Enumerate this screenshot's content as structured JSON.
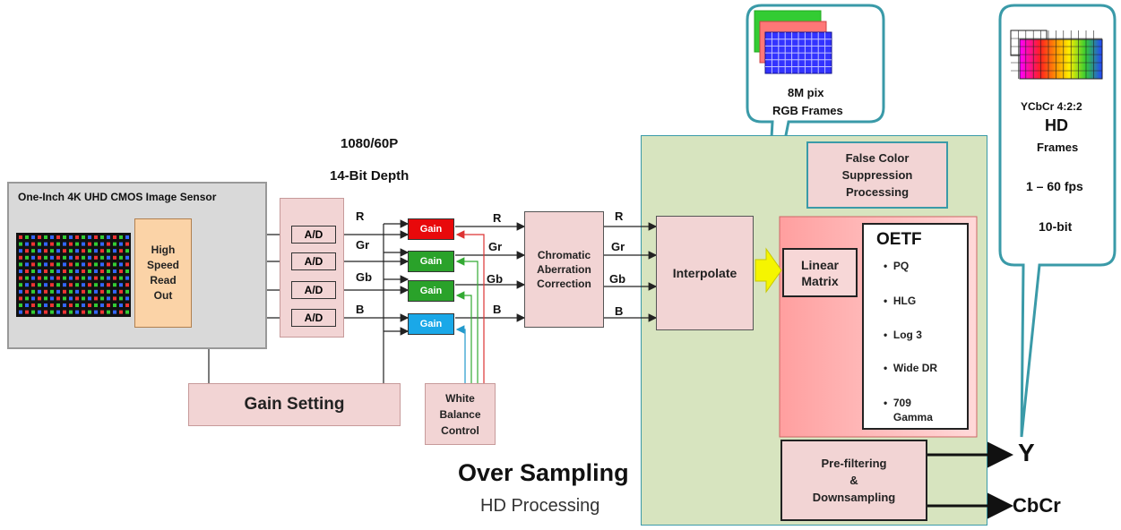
{
  "sensor": {
    "title": "One-Inch 4K UHD  CMOS Image Sensor",
    "readout": [
      "High",
      "Speed",
      "Read",
      "Out"
    ]
  },
  "format": {
    "line1": "1080/60P",
    "line2": "14-Bit Depth"
  },
  "adc_label": "A/D",
  "channels": [
    "R",
    "Gr",
    "Gb",
    "B"
  ],
  "gain_label": "Gain",
  "gain_colors": [
    "#e8090b",
    "#2aa22a",
    "#2aa22a",
    "#1aa8e8"
  ],
  "chromatic": [
    "Chromatic",
    "Aberration",
    "Correction"
  ],
  "interpolate": "Interpolate",
  "false_color": [
    "False Color",
    "Suppression",
    "Processing"
  ],
  "linear_matrix": [
    "Linear",
    "Matrix"
  ],
  "oetf": {
    "title": "OETF",
    "items": [
      "PQ",
      "HLG",
      "Log 3",
      "Wide DR",
      "709\nGamma"
    ]
  },
  "prefilter": [
    "Pre-filtering",
    "&",
    "Downsampling"
  ],
  "outputs": {
    "y": "Y",
    "cbcr": "CbCr"
  },
  "gain_setting": "Gain Setting",
  "white_balance": [
    "White",
    "Balance",
    "Control"
  ],
  "over_sampling": {
    "title": "Over Sampling",
    "subtitle": "HD Processing"
  },
  "callout_rgb": {
    "line1": "8M pix",
    "line2": "RGB Frames"
  },
  "callout_hd": {
    "line1": "YCbCr  4:2:2",
    "line2": "HD",
    "line3": "Frames",
    "line4": "1 – 60 fps",
    "line5": "10-bit"
  },
  "colors": {
    "pink": "#f2d4d4",
    "green_region": "#d7e4bf",
    "callout_border": "#3a9aa8",
    "triangle": "#7aa84a",
    "arrow_yellow": "#f5f500"
  }
}
